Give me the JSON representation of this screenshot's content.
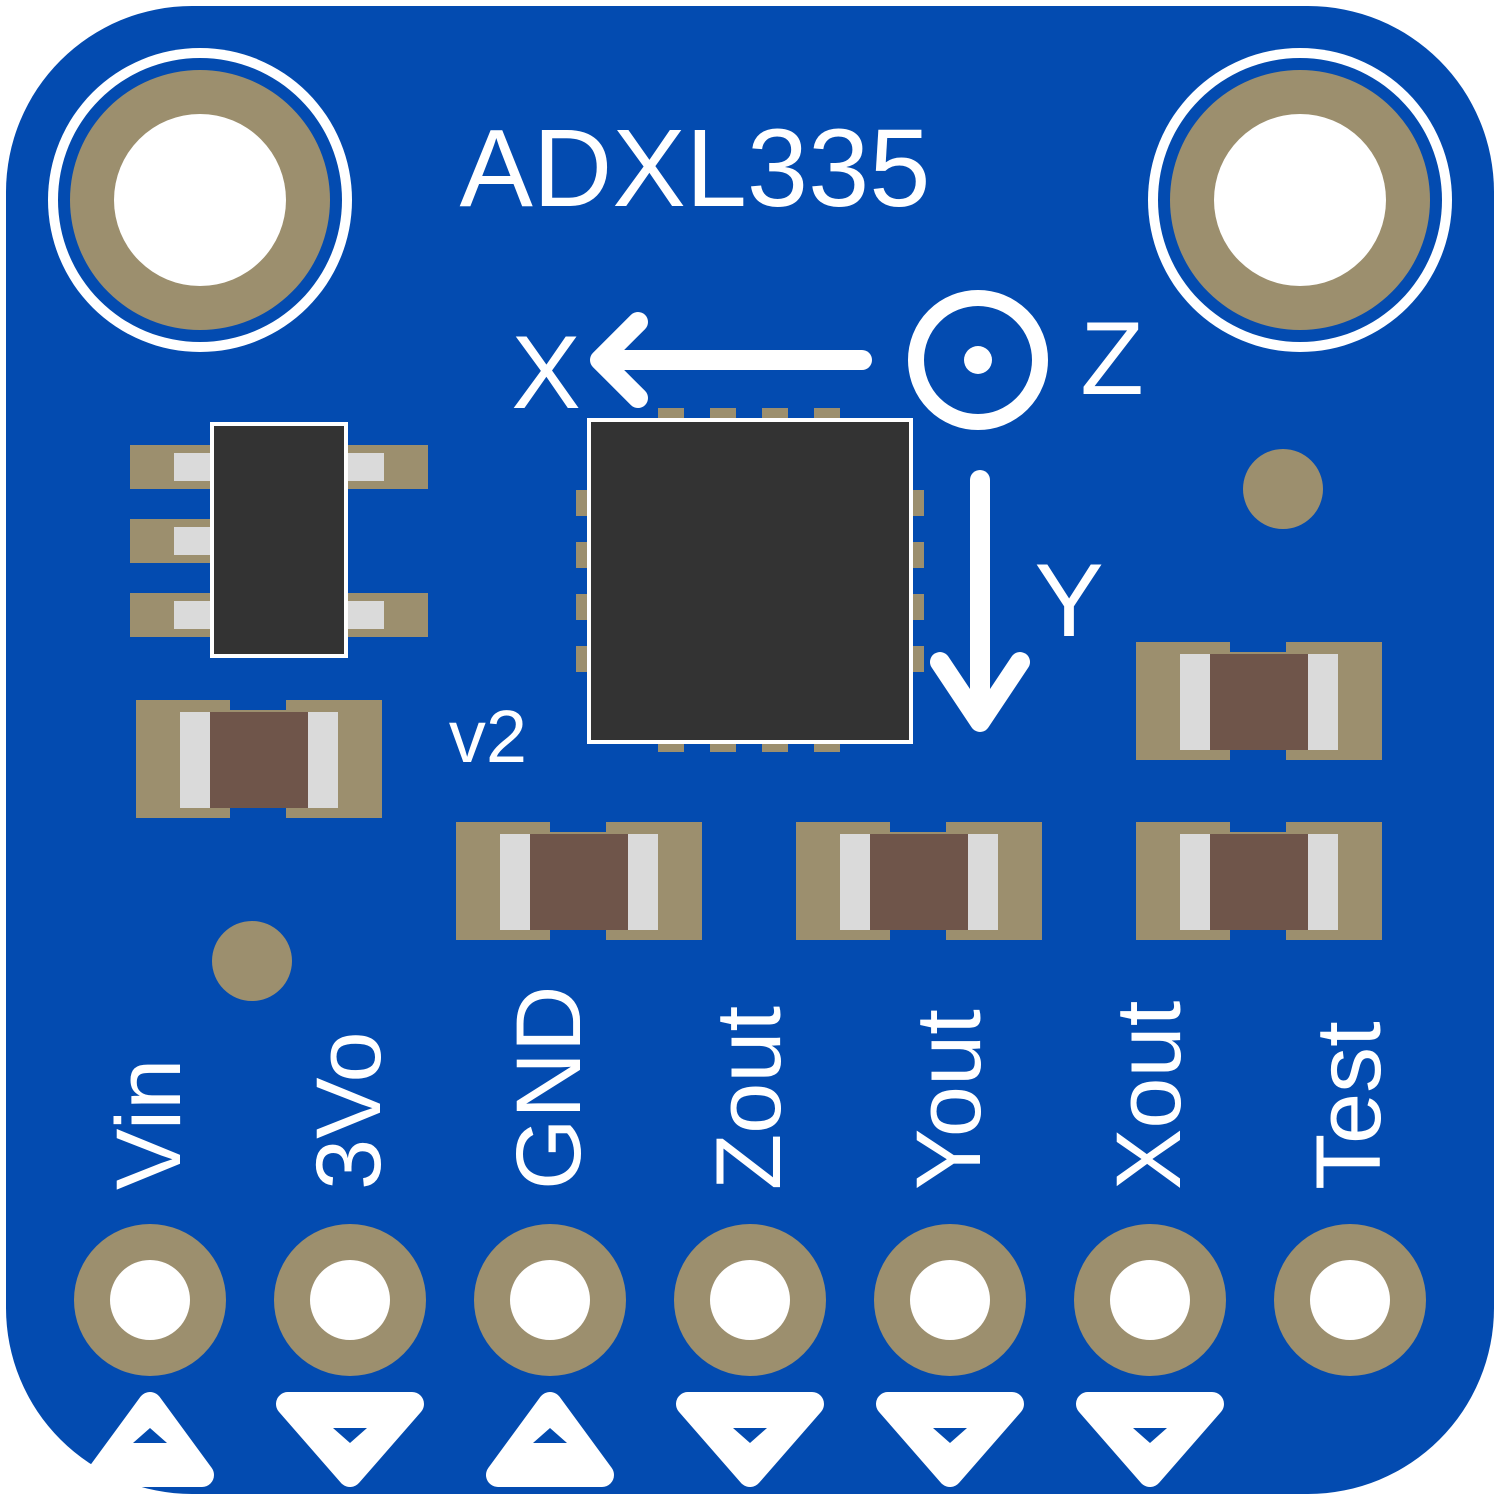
{
  "board": {
    "title": "ADXL335",
    "version": "v2",
    "colors": {
      "pcb": "#034BB0",
      "pad": "#9C8F6E",
      "chip": "#333333",
      "silkscreen": "#FFFFFF",
      "cap_body": "#6F554A",
      "cap_end": "#DADADA"
    }
  },
  "axes": {
    "x_label": "X",
    "y_label": "Y",
    "z_label": "Z"
  },
  "pins": [
    {
      "label": "Vin",
      "direction": "in"
    },
    {
      "label": "3Vo",
      "direction": "out"
    },
    {
      "label": "GND",
      "direction": "in"
    },
    {
      "label": "Zout",
      "direction": "out"
    },
    {
      "label": "Yout",
      "direction": "out"
    },
    {
      "label": "Xout",
      "direction": "out"
    },
    {
      "label": "Test",
      "direction": "none"
    }
  ]
}
